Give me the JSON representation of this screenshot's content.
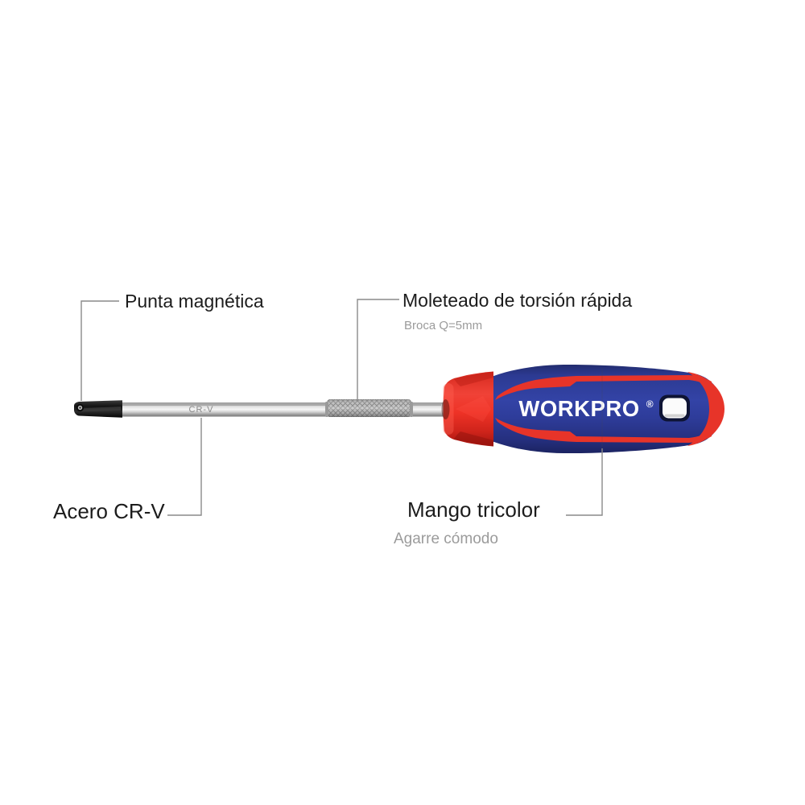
{
  "product": {
    "brand": "WORKPRO",
    "brand_registered_mark": "®",
    "shaft_engraving": "CR-V"
  },
  "annotations": {
    "tip": {
      "label": "Punta magnética"
    },
    "knurl": {
      "label": "Moleteado de torsión rápida",
      "sublabel": "Broca Q=5mm"
    },
    "shaft": {
      "label": "Acero CR-V"
    },
    "handle": {
      "label": "Mango tricolor",
      "sublabel": "Agarre cómodo"
    }
  },
  "colors": {
    "background": "#ffffff",
    "handle_blue": "#2e3c9a",
    "accent_red": "#e73429",
    "collar_red": "#ee3226",
    "tip_black": "#141414",
    "shaft_silver": "#d9d9d9",
    "label_text": "#1c1c1c",
    "sublabel_gray": "#9b9b9b",
    "callout_line_gray": "#8a8a8a",
    "brand_text": "#ffffff"
  }
}
